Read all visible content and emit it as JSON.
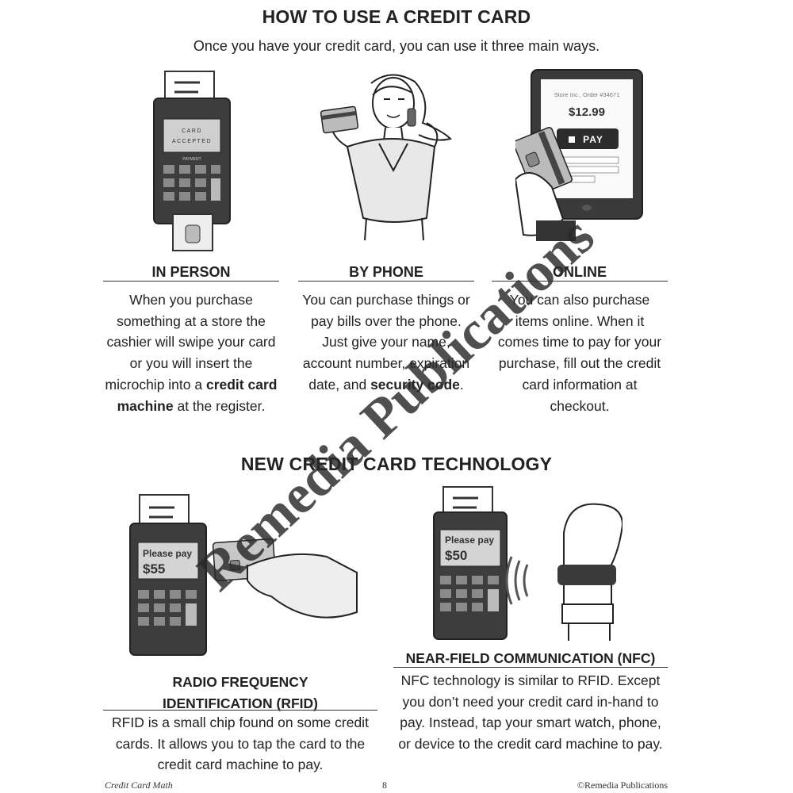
{
  "page": {
    "title": "HOW TO USE A CREDIT CARD",
    "subtitle": "Once you have your credit card, you can use it three main ways."
  },
  "methods": [
    {
      "heading": "IN PERSON",
      "text_before": "When you purchase something at a store the cashier will swipe your card or you will insert the microchip into a ",
      "bold": "credit card machine",
      "text_after": " at the register."
    },
    {
      "heading": "BY PHONE",
      "text_before": "You can purchase things or pay bills over the phone.  Just give your name, account number, expiration date, and ",
      "bold": "security code",
      "text_after": "."
    },
    {
      "heading": "ONLINE",
      "text_before": "You can also purchase items online.  When it comes time to pay for your purchase, fill out the credit card information at checkout.",
      "bold": "",
      "text_after": ""
    }
  ],
  "illustrations": {
    "terminal1_screen_line1": "CARD",
    "terminal1_screen_line2": "ACCEPTED",
    "terminal_label": "PAYMENT",
    "tablet_store": "Store Inc., Order #34671",
    "tablet_price": "$12.99",
    "tablet_pay": "PAY",
    "rfid_screen_line1": "Please pay",
    "rfid_screen_amount": "$55",
    "nfc_screen_line1": "Please pay",
    "nfc_screen_amount": "$50"
  },
  "tech": {
    "title": "NEW CREDIT CARD TECHNOLOGY",
    "rfid": {
      "heading_line1": "RADIO FREQUENCY",
      "heading_line2": "IDENTIFICATION (RFID)",
      "text": "RFID is a small chip found on some credit cards.  It allows you to tap the card to the credit card machine to pay."
    },
    "nfc": {
      "heading": "NEAR-FIELD COMMUNICATION (NFC)",
      "text": "NFC technology is similar to RFID. Except you don’t need your credit card in-hand to pay.  Instead, tap your smart watch, phone, or device to the credit card machine to pay."
    }
  },
  "watermark": "Remedia Publications",
  "footer": {
    "left": "Credit Card Math",
    "page_number": "8",
    "right": "©Remedia Publications"
  }
}
